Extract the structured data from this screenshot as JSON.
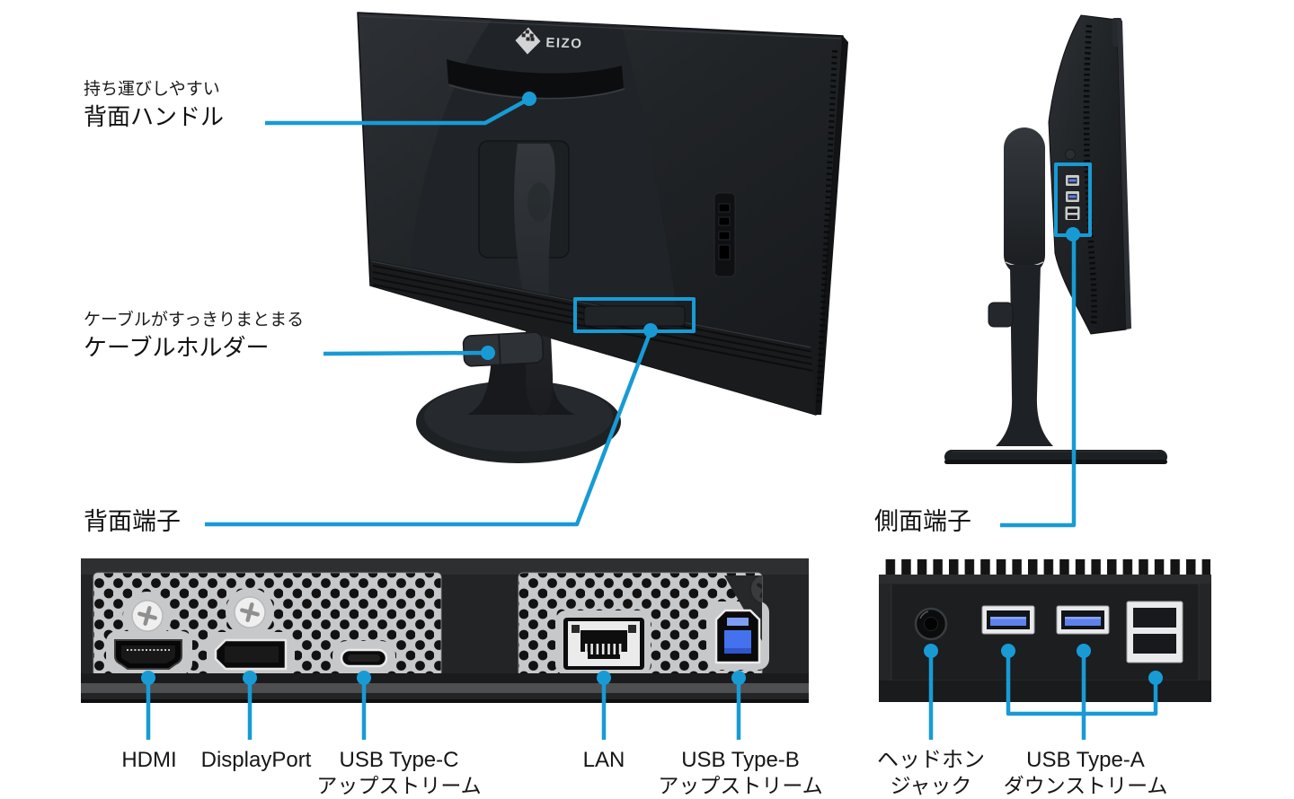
{
  "accent_color": "#189bd5",
  "brand": {
    "logo_text": "EIZO"
  },
  "callouts": {
    "handle": {
      "sub": "持ち運びしやすい",
      "main": "背面ハンドル"
    },
    "cable_holder": {
      "sub": "ケーブルがすっきりまとまる",
      "main": "ケーブルホルダー"
    },
    "rear_ports": {
      "label": "背面端子"
    },
    "side_ports": {
      "label": "側面端子"
    }
  },
  "rear_port_labels": {
    "hdmi": "HDMI",
    "displayport": "DisplayPort",
    "usb_c_line1": "USB Type-C",
    "usb_c_line2": "アップストリーム",
    "lan": "LAN",
    "usb_b_line1": "USB Type-B",
    "usb_b_line2": "アップストリーム"
  },
  "side_port_labels": {
    "headphone_line1": "ヘッドホン",
    "headphone_line2": "ジャック",
    "usb_a_line1": "USB Type-A",
    "usb_a_line2": "ダウンストリーム"
  }
}
